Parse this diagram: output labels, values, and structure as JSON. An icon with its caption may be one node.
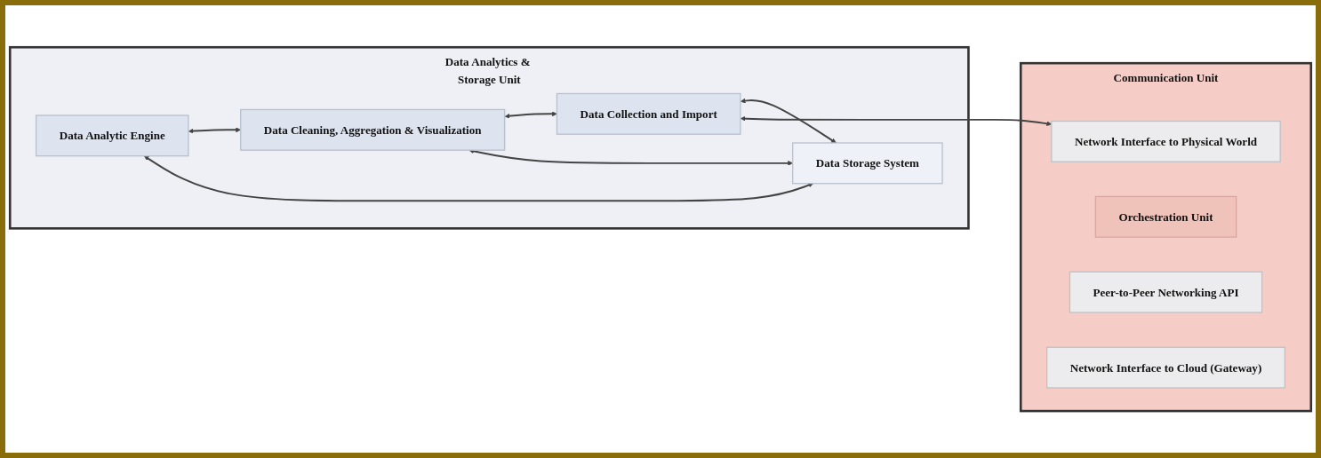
{
  "diagram": {
    "nodes": [
      {
        "text": [
          "Data Analytics & Storage Unit"
        ]
      },
      {
        "text": [
          "Data Analytic Engine"
        ],
        "in": 0
      },
      {
        "text": [
          "Data Cleaning, Aggregation & Visualization"
        ],
        "in": 0
      },
      {
        "text": [
          "Data Collection and Import"
        ],
        "in": 0
      },
      {
        "text": [
          "Data Storage System"
        ],
        "in": 0
      },
      {
        "text": [
          "Communication Unit"
        ]
      },
      {
        "text": [
          "Orchestration Unit"
        ],
        "in": 5
      },
      {
        "text": [
          "Network Interface to Physical World"
        ],
        "in": 5
      },
      {
        "text": [
          "Peer-to-Peer Networking API"
        ],
        "in": 5
      },
      {
        "text": [
          "Network Interface to Cloud (Gateway)"
        ],
        "in": 5
      }
    ],
    "edges": [
      {
        "from": 1,
        "to": 2,
        "arrow": "both"
      },
      {
        "from": 2,
        "to": 3,
        "arrow": "both"
      },
      {
        "from": 1,
        "to": 4,
        "arrow": "both"
      },
      {
        "from": 2,
        "to": 4,
        "arrow": "both"
      },
      {
        "from": 3,
        "to": 4,
        "arrow": "both"
      },
      {
        "from": 3,
        "to": 7,
        "arrow": "both"
      }
    ]
  }
}
